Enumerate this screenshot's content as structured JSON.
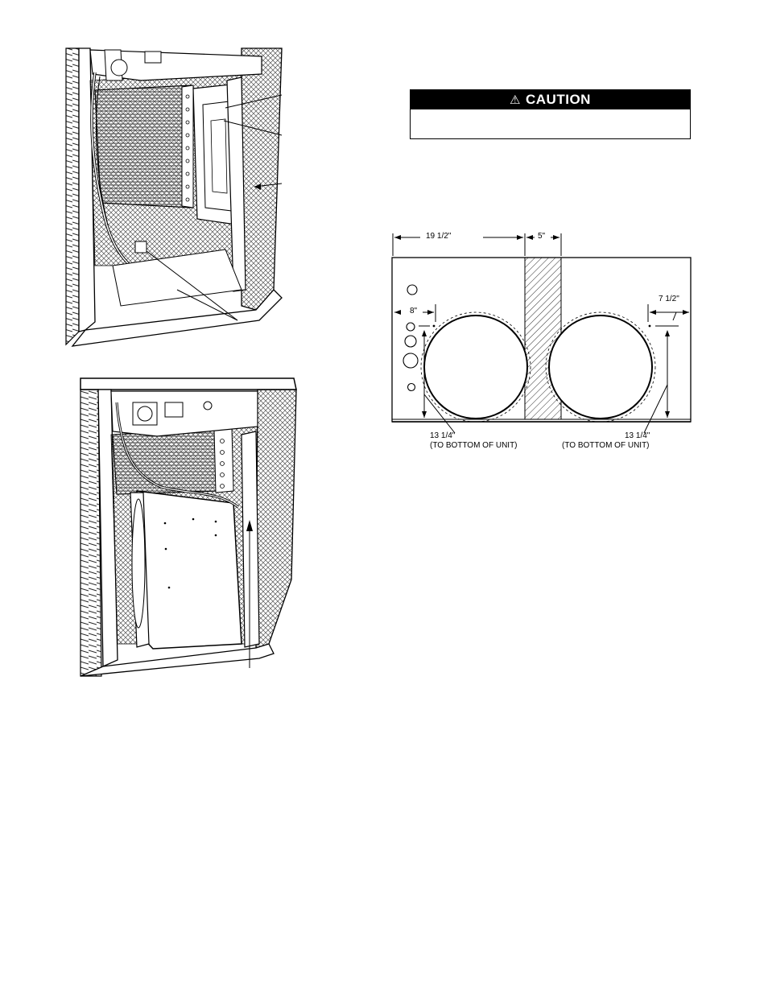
{
  "caution": {
    "icon": "warning-triangle-icon",
    "label": "CAUTION"
  },
  "dimension_diagram": {
    "top_left_dim": "19 1/2\"",
    "top_mid_dim": "5\"",
    "left_dim": "8\"",
    "right_dim": "7 1/2\"",
    "bottom_left_dim": "13 1/4\"",
    "bottom_left_note": "(TO BOTTOM OF UNIT)",
    "bottom_right_dim": "13 1/4\"",
    "bottom_right_note": "(TO BOTTOM OF UNIT)"
  },
  "illustrations": {
    "top": "unit-interior-coil-wiring",
    "bottom": "unit-interior-blower"
  }
}
